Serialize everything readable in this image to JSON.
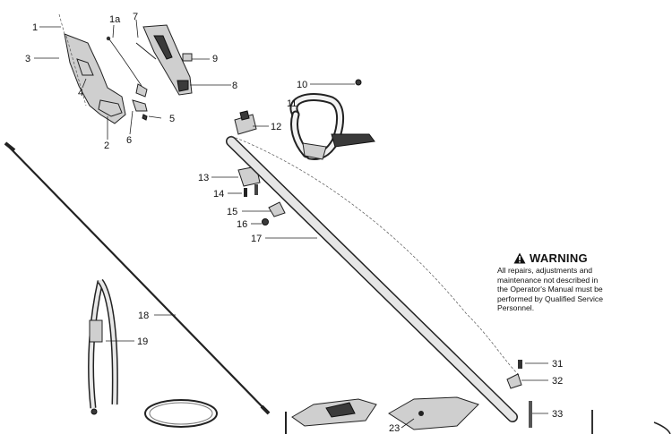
{
  "callouts": {
    "c1": "1",
    "c1a": "1a",
    "c2": "2",
    "c3": "3",
    "c4": "4",
    "c5": "5",
    "c6": "6",
    "c7": "7",
    "c8": "8",
    "c9": "9",
    "c10": "10",
    "c11": "11",
    "c12": "12",
    "c13": "13",
    "c14": "14",
    "c15": "15",
    "c16": "16",
    "c17": "17",
    "c18": "18",
    "c19": "19",
    "c23": "23",
    "c31": "31",
    "c32": "32",
    "c33": "33"
  },
  "warning": {
    "title": "WARNING",
    "line1": "All repairs, adjustments and",
    "line2": "maintenance not described in",
    "line3": "the Operator's Manual must be",
    "line4": "performed by Qualified Service",
    "line5": "Personnel."
  }
}
